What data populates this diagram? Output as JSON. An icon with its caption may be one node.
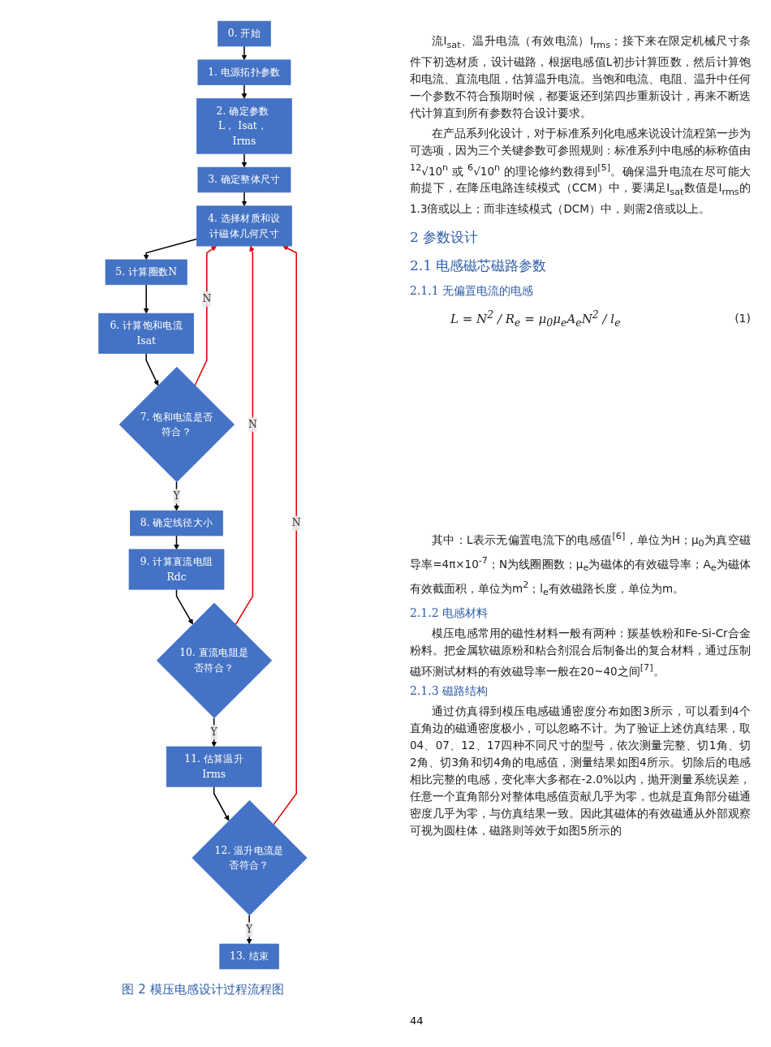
{
  "diagram": {
    "caption": "图 2 模压电感设计过程流程图",
    "nodes": [
      {
        "text": [
          "0. 开始"
        ]
      },
      {
        "text": [
          "1. 电源拓扑参数"
        ]
      },
      {
        "text": [
          "2. 确定参数 L， Isat， Irms"
        ]
      },
      {
        "text": [
          "3. 确定整体尺寸"
        ]
      },
      {
        "text": [
          "4. 选择材质和设计磁体几何尺寸"
        ]
      },
      {
        "text": [
          "5. 计算圈数N"
        ]
      },
      {
        "text": [
          "6. 计算饱和电流Isat"
        ]
      },
      {
        "text": [
          "7. 饱和电流是否符合？"
        ]
      },
      {
        "text": [
          "8. 确定线径大小"
        ]
      },
      {
        "text": [
          "9. 计算直流电阻Rdc"
        ]
      },
      {
        "text": [
          "10. 直流电阻是否符合？"
        ]
      },
      {
        "text": [
          "11. 估算温升Irms"
        ]
      },
      {
        "text": [
          "12. 温升电流是否符合？"
        ]
      },
      {
        "text": [
          "13. 结束"
        ]
      }
    ],
    "edges": [
      {
        "from": 0,
        "to": 1,
        "arrow": "to"
      },
      {
        "from": 1,
        "to": 2,
        "arrow": "to"
      },
      {
        "from": 2,
        "to": 3,
        "arrow": "to"
      },
      {
        "from": 3,
        "to": 4,
        "arrow": "to"
      },
      {
        "from": 4,
        "to": 5,
        "arrow": "to"
      },
      {
        "from": 5,
        "to": 6,
        "arrow": "to"
      },
      {
        "from": 6,
        "to": 7,
        "arrow": "to"
      },
      {
        "from": 7,
        "to": 8,
        "label": "Y",
        "arrow": "to"
      },
      {
        "from": 8,
        "to": 9,
        "arrow": "to"
      },
      {
        "from": 9,
        "to": 10,
        "arrow": "to"
      },
      {
        "from": 10,
        "to": 11,
        "label": "Y",
        "arrow": "to"
      },
      {
        "from": 11,
        "to": 12,
        "arrow": "to"
      },
      {
        "from": 12,
        "to": 13,
        "label": "Y",
        "arrow": "to"
      },
      {
        "from": 7,
        "to": 4,
        "label": "N",
        "arrow": "to",
        "color": "#e00000"
      },
      {
        "from": 10,
        "to": 4,
        "label": "N",
        "arrow": "to",
        "color": "#e00000"
      },
      {
        "from": 12,
        "to": 4,
        "label": "N",
        "arrow": "to",
        "color": "#e00000"
      }
    ],
    "labels": [
      "流I$_{sat}$、温升电流（有效电流）I$_{rms}$；接下来在限定机械尺寸条件下初选材质，设计磁路，根据电感值L初步计算匝数，然后计算饱和电流、直流电阻，估算温升电流。当饱和电流、电阻、温升中任何一个参数不符合预期时候，都要返还到第四步重新设计，再来不断迭代计算直到所有参数符合设计要求。",
      "在产品系列化设计，对于标准系列化电感来说设计流程第一步为可选项，因为三个关键参数可参照规则：标准系列中电感的标称值由$^{12}$√10$^{n}$ 或 $^{6}$√10$^{n}$ 的理论修约数得到$^{[5]}$。确保温升电流在尽可能大前提下，在降压电路连续模式（CCM）中，要满足I$_{sat}$数值是I$_{rms}$的1.3倍或以上；而非连续模式（DCM）中，则需2倍或以上。",
      "2 参数设计",
      "2.1 电感磁芯磁路参数",
      "2.1.1 无偏置电流的电感",
      "L = N$^{2}$ / R$_{e}$ = μ$_{0}$μ$_{e}$A$_{e}$N$^{2}$ / l$_{e}$",
      "(1)",
      "其中：L表示无偏置电流下的电感值$^{[6]}$，单位为H；μ$_{0}$为真空磁导率=4π×10$^{-7}$；N为线圈圈数；μ$_{e}$为磁体的有效磁导率；A$_{e}$为磁体有效截面积，单位为m$^{2}$；l$_{e}$有效磁路长度，单位为m。",
      "2.1.2 电感材料",
      "模压电感常用的磁性材料一般有两种：羰基铁粉和Fe-Si-Cr合金粉料。把金属软磁原粉和粘合剂混合后制备出的复合材料，通过压制磁环测试材料的有效磁导率一般在20~40之间$^{[7]}$。",
      "2.1.3 磁路结构",
      "通过仿真得到模压电感磁通密度分布如图3所示，可以看到4个直角边的磁通密度极小，可以忽略不计。为了验证上述仿真结果，取04、07、12、17四种不同尺寸的型号，依次测量完整、切1角、切2角、切3角和切4角的电感值，测量结果如图4所示。切除后的电感相比完整的电感，变化率大多都在-2.0%以内，抛开测量系统误差，任意一个直角部分对整体电感值贡献几乎为零，也就是直角部分磁通密度几乎为零，与仿真结果一致。因此其磁体的有效磁通从外部观察可视为圆柱体，磁路则等效于如图5所示的",
      "44"
    ]
  }
}
